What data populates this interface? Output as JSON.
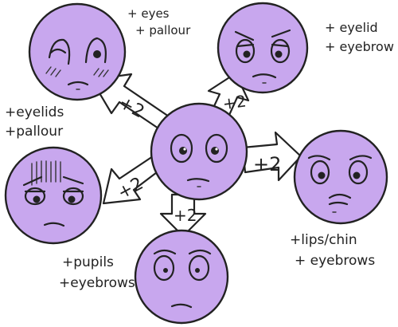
{
  "colors": {
    "face_fill": "#c8a7ee",
    "outline": "#222222",
    "background": "#ffffff"
  },
  "arrows": {
    "top_left": "+2",
    "top_right": "+2",
    "right": "+2",
    "left": "+2",
    "bottom": "+2"
  },
  "labels": {
    "top_left": [
      "+ eyes",
      "+ pallour"
    ],
    "top_right": [
      "+ eyelid",
      "+ eyebrow"
    ],
    "left": [
      "+eyelids",
      "+pallour"
    ],
    "bottom_right": [
      "+lips/chin",
      "+ eyebrows"
    ],
    "bottom_left": [
      "+pupils",
      "+eyebrows"
    ]
  }
}
